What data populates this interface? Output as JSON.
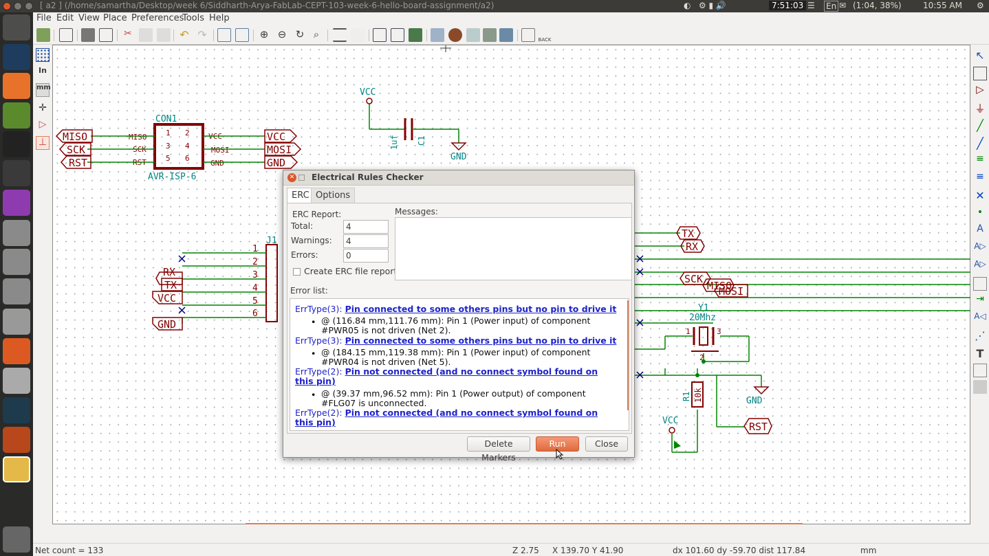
{
  "window": {
    "title": "[ a2 ] (/home/samartha/Desktop/week 6/Siddharth-Arya-FabLab-CEPT-103-week-6-hello-board-assignment/a2)"
  },
  "system_tray": {
    "clock": "7:51:03",
    "lang": "En",
    "battery": "(1:04, 38%)",
    "time": "10:55 AM"
  },
  "menu": [
    "File",
    "Edit",
    "View",
    "Place",
    "Preferences",
    "Tools",
    "Help"
  ],
  "left_toolbar": {
    "in": "In",
    "mm": "mm"
  },
  "schematic": {
    "con1_ref": "CON1",
    "con1_value": "AVR-ISP-6",
    "con1_pins": [
      "1",
      "2",
      "3",
      "4",
      "5",
      "6"
    ],
    "con1_left": [
      "MISO",
      "SCK",
      "RST"
    ],
    "con1_right": [
      "VCC",
      "MOSI",
      "GND"
    ],
    "labels_left": [
      "MISO",
      "SCK",
      "RST"
    ],
    "labels_right": [
      "VCC",
      "MOSI",
      "GND"
    ],
    "c1_ref": "C1",
    "c1_value": "1uf",
    "vcc1": "VCC",
    "gnd1": "GND",
    "j1_ref": "J1",
    "j1_pins": [
      "1",
      "2",
      "3",
      "4",
      "5",
      "6"
    ],
    "j1_labels": [
      "RX",
      "TX",
      "VCC",
      "GND"
    ],
    "right_labels": [
      "TX",
      "RX",
      "SCK",
      "MISO",
      "MOSI",
      "RST"
    ],
    "y1_ref": "Y1",
    "y1_value": "20Mhz",
    "y1_pins": [
      "1",
      "2",
      "3"
    ],
    "gnd2": "GND",
    "r1_ref": "R1",
    "r1_value": "10k",
    "vcc2": "VCC"
  },
  "dialog": {
    "title": "Electrical Rules Checker",
    "tabs": [
      "ERC",
      "Options"
    ],
    "report_title": "ERC Report:",
    "total_label": "Total:",
    "total_value": "4",
    "warnings_label": "Warnings:",
    "warnings_value": "4",
    "errors_label": "Errors:",
    "errors_value": "0",
    "create_report_label": "Create ERC file report",
    "messages_label": "Messages:",
    "error_list_label": "Error list:",
    "errors": [
      {
        "type": "ErrType(3):",
        "headline": "Pin connected to some others pins but no pin to drive it",
        "detail": "@ (116.84 mm,111.76 mm): Pin 1 (Power input) of component #PWR05 is not driven (Net 2)."
      },
      {
        "type": "ErrType(3):",
        "headline": "Pin connected to some others pins but no pin to drive it",
        "detail": "@ (184.15 mm,119.38 mm): Pin 1 (Power input) of component #PWR04 is not driven (Net 5)."
      },
      {
        "type": "ErrType(2):",
        "headline": "Pin not connected (and no connect symbol found on this pin)",
        "detail": "@ (39.37 mm,96.52 mm): Pin 1 (Power output) of component #FLG07 is unconnected."
      },
      {
        "type": "ErrType(2):",
        "headline": "Pin not connected (and no connect symbol found on this pin)",
        "detail": ""
      }
    ],
    "buttons": {
      "delete": "Delete Markers",
      "run": "Run",
      "close": "Close"
    }
  },
  "status": {
    "net_count": "Net count = 133",
    "zoom": "Z 2.75",
    "coords": "X 139.70  Y 41.90",
    "delta": "dx 101.60  dy -59.70  dist 117.84",
    "units": "mm"
  },
  "colors": {
    "wire": "#008400",
    "component": "#840000",
    "text": "#008484",
    "link": "#1e23c8",
    "accent": "#e06a3d"
  }
}
